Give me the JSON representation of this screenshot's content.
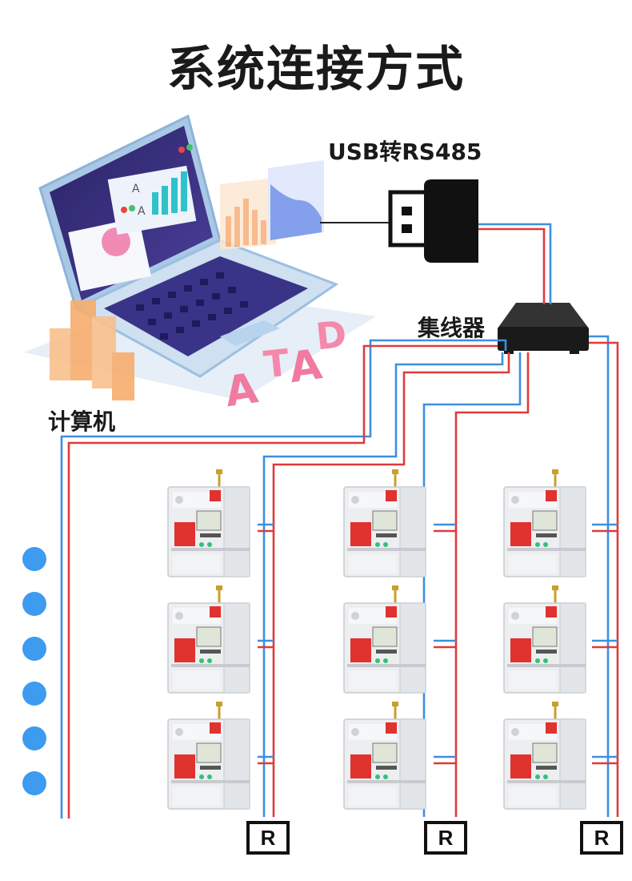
{
  "title": "系统连接方式",
  "labels": {
    "usb_converter": "USB转RS485",
    "hub": "集线器",
    "computer": "计算机"
  },
  "terminator_label": "R",
  "screen_text": [
    "A",
    "A"
  ],
  "decor_letters": [
    "A",
    "T",
    "A",
    "D"
  ],
  "colors": {
    "wire_blue": "#3d8fe0",
    "wire_red": "#e03a3a",
    "dot_blue": "#3d9bf0",
    "breaker_red": "#e0322e"
  },
  "breaker_grid": {
    "columns": 3,
    "rows": 3
  },
  "dot_count": 6
}
